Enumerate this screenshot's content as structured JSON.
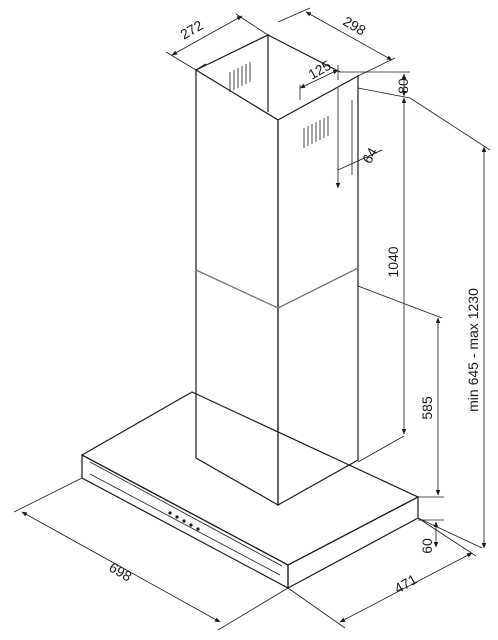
{
  "dimensions": {
    "chimney_width": "272",
    "chimney_depth": "298",
    "outlet_width": "125",
    "top_offset": "80",
    "outlet_offset": "64",
    "upper_height": "1040",
    "lower_height": "585",
    "total_height": "min 645 - max 1230",
    "canopy_thickness": "60",
    "canopy_depth": "471",
    "canopy_width": "698"
  },
  "colors": {
    "line": "#1a1a1a",
    "seam": "#777777",
    "background": "#ffffff"
  }
}
